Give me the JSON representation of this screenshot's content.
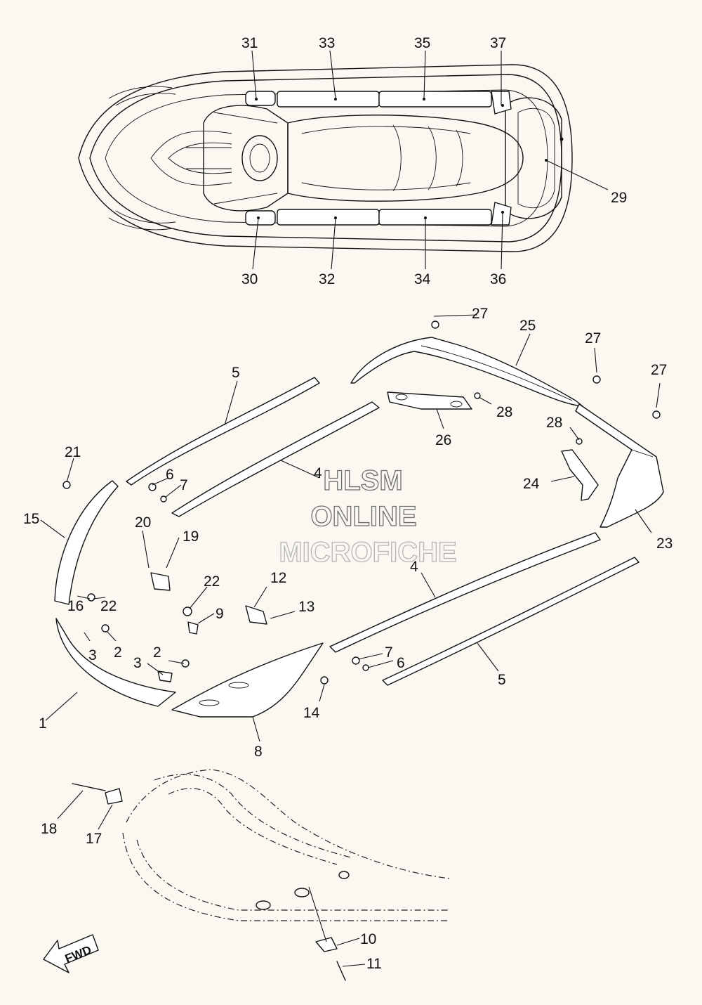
{
  "watermark": {
    "line1": "HLSM",
    "line2": "ONLINE",
    "line3": "MICROFICHE"
  },
  "direction_label": "FWD",
  "callouts": {
    "c1": "1",
    "c2a": "2",
    "c2b": "2",
    "c3a": "3",
    "c3b": "3",
    "c4a": "4",
    "c4b": "4",
    "c5a": "5",
    "c5b": "5",
    "c6a": "6",
    "c6b": "6",
    "c7a": "7",
    "c7b": "7",
    "c8": "8",
    "c9": "9",
    "c10": "10",
    "c11": "11",
    "c12": "12",
    "c13": "13",
    "c14": "14",
    "c15": "15",
    "c16": "16",
    "c17": "17",
    "c18": "18",
    "c19": "19",
    "c20": "20",
    "c21": "21",
    "c22a": "22",
    "c22b": "22",
    "c23": "23",
    "c24": "24",
    "c25": "25",
    "c26": "26",
    "c27a": "27",
    "c27b": "27",
    "c27c": "27",
    "c28a": "28",
    "c28b": "28",
    "c29": "29",
    "c30": "30",
    "c31": "31",
    "c32": "32",
    "c33": "33",
    "c34": "34",
    "c35": "35",
    "c36": "36",
    "c37": "37"
  }
}
